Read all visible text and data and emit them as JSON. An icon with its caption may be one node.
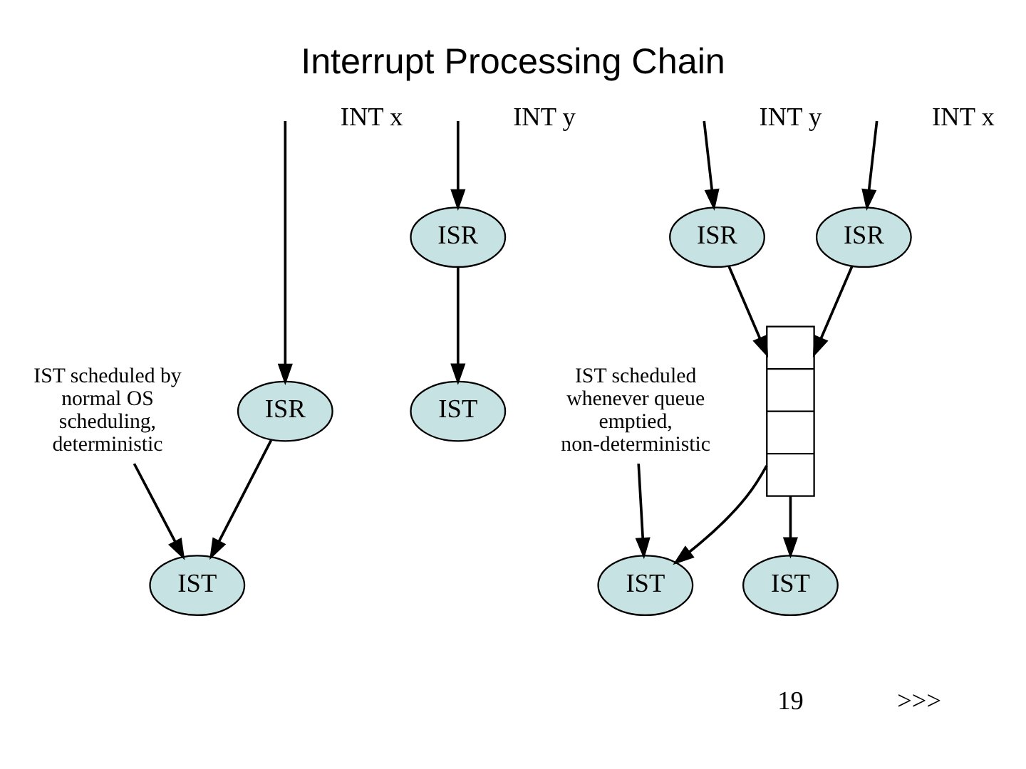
{
  "diagram": {
    "title": "Interrupt Processing Chain",
    "nodes": [
      {
        "text": [
          "ISR"
        ]
      },
      {
        "text": [
          "ISR"
        ]
      },
      {
        "text": [
          "ISR"
        ]
      },
      {
        "text": [
          "ISR"
        ]
      },
      {
        "text": [],
        "shape": "box"
      },
      {
        "text": [
          "IST"
        ]
      },
      {
        "text": [
          "IST"
        ]
      },
      {
        "text": [
          "IST"
        ]
      },
      {
        "text": [
          "IST"
        ]
      },
      {
        "text": [
          "IST scheduled by normal OS scheduling, deterministic"
        ]
      },
      {
        "text": [
          "IST scheduled whenever queue emptied, non-deterministic"
        ]
      }
    ],
    "edges": [
      {
        "from": null,
        "to": 0,
        "arrow": "to"
      },
      {
        "from": null,
        "to": 1,
        "arrow": "to"
      },
      {
        "from": null,
        "to": 2,
        "arrow": "to"
      },
      {
        "from": null,
        "to": 3,
        "arrow": "to"
      },
      {
        "from": 0,
        "to": 5,
        "arrow": "to"
      },
      {
        "from": 1,
        "to": 6,
        "arrow": "to"
      },
      {
        "from": 2,
        "to": 4,
        "arrow": "to"
      },
      {
        "from": 3,
        "to": 4,
        "arrow": "to"
      },
      {
        "from": 4,
        "to": 7,
        "arrow": "to"
      },
      {
        "from": 4,
        "to": 8,
        "arrow": "to"
      },
      {
        "from": 9,
        "to": 5,
        "arrow": "to"
      },
      {
        "from": 10,
        "to": 8,
        "arrow": "to"
      }
    ],
    "labels": [
      "INT x",
      "INT y",
      "INT x",
      "INT y",
      "19",
      ">>>"
    ]
  }
}
